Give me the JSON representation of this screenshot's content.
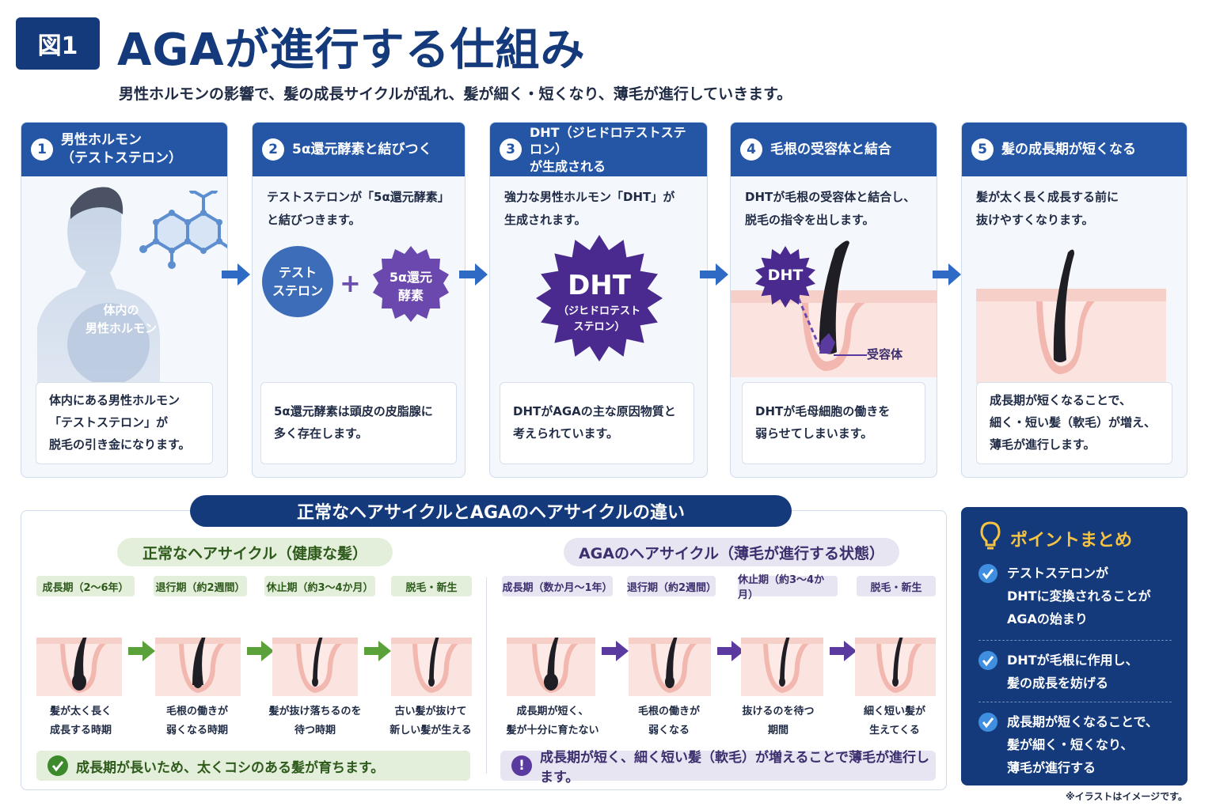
{
  "header": {
    "badge": "図1",
    "title": "AGAが進行する仕組み",
    "subtitle": "男性ホルモンの影響で、髪の成長サイクルが乱れ、髪が細く・短くなり、薄毛が進行していきます。"
  },
  "steps": [
    {
      "num": "1",
      "title": [
        "男性ホルモン",
        "（テストステロン）"
      ],
      "desc": [],
      "label": [
        "体内の",
        "男性ホルモン"
      ],
      "note": [
        "体内にある男性ホルモン",
        "「テストステロン」が",
        "脱毛の引き金になります。"
      ]
    },
    {
      "num": "2",
      "title": [
        "5α還元酵素と結びつく"
      ],
      "desc": [
        "テストステロンが「5α還元酵素」",
        "と結びつきます。"
      ],
      "left_label": [
        "テスト",
        "ステロン"
      ],
      "plus": "+",
      "right_label": [
        "5α還元",
        "酵素"
      ],
      "note": [
        "5α還元酵素は頭皮の皮脂腺に",
        "多く存在します。"
      ]
    },
    {
      "num": "3",
      "title": [
        "DHT（ジヒドロテストステロン）",
        "が生成される"
      ],
      "desc": [
        "強力な男性ホルモン「DHT」が",
        "生成されます。"
      ],
      "burst_main": "DHT",
      "burst_sub": [
        "（ジヒドロテスト",
        "ステロン）"
      ],
      "note": [
        "DHTがAGAの主な原因物質と",
        "考えられています。"
      ]
    },
    {
      "num": "4",
      "title": [
        "毛根の受容体と結合"
      ],
      "desc": [
        "DHTが毛根の受容体と結合し、",
        "脱毛の指令を出します。"
      ],
      "burst_main": "DHT",
      "receptor": "受容体",
      "note": [
        "DHTが毛母細胞の働きを",
        "弱らせてしまいます。"
      ]
    },
    {
      "num": "5",
      "title": [
        "髪の成長期が短くなる"
      ],
      "desc": [
        "髪が太く長く成長する前に",
        "抜けやすくなります。"
      ],
      "note": [
        "成長期が短くなることで、",
        "細く・短い髪（軟毛）が増え、",
        "薄毛が進行します。"
      ]
    }
  ],
  "cycle": {
    "title": "正常なヘアサイクルとAGAのヘアサイクルの違い",
    "normal": {
      "heading": "正常なヘアサイクル（健康な髪）",
      "stages": [
        "成長期（2〜6年）",
        "退行期（約2週間）",
        "休止期（約3〜4か月）",
        "脱毛・新生"
      ],
      "captions": [
        [
          "髪が太く長く",
          "成長する時期"
        ],
        [
          "毛根の働きが",
          "弱くなる時期"
        ],
        [
          "髪が抜け落ちるのを",
          "待つ時期"
        ],
        [
          "古い髪が抜けて",
          "新しい髪が生える"
        ]
      ],
      "summary": "成長期が長いため、太くコシのある髪が育ちます。",
      "color": "#5aa13a"
    },
    "aga": {
      "heading": "AGAのヘアサイクル（薄毛が進行する状態）",
      "stages": [
        "成長期（数か月〜1年）",
        "退行期（約2週間）",
        "休止期（約3〜4か月）",
        "脱毛・新生"
      ],
      "captions": [
        [
          "成長期が短く、",
          "髪が十分に育たない"
        ],
        [
          "毛根の働きが",
          "弱くなる"
        ],
        [
          "抜けるのを待つ",
          "期間"
        ],
        [
          "細く短い髪が",
          "生えてくる"
        ]
      ],
      "summary": "成長期が短く、細く短い髪（軟毛）が増えることで薄毛が進行します。",
      "summary_icon": "!",
      "color": "#5b3aa0"
    }
  },
  "points": {
    "title": "ポイントまとめ",
    "items": [
      [
        "テストステロンが",
        "DHTに変換されることが",
        "AGAの始まり"
      ],
      [
        "DHTが毛根に作用し、",
        "髪の成長を妨げる"
      ],
      [
        "成長期が短くなることで、",
        "髪が細く・短くなり、",
        "薄毛が進行する"
      ]
    ]
  },
  "footnote": "※イラストはイメージです。",
  "colors": {
    "navy": "#143a7c",
    "blue": "#2556a5",
    "green": "#5aa13a",
    "purple": "#5b3aa0",
    "skin": "#f7d6d3",
    "gold": "#f6c342"
  },
  "icons": [
    "molecule-icon",
    "person-silhouette-icon",
    "gear-enzyme-icon",
    "burst-icon",
    "hair-follicle-icon",
    "arrow-right-icon",
    "check-icon",
    "lightbulb-icon",
    "exclamation-icon"
  ]
}
